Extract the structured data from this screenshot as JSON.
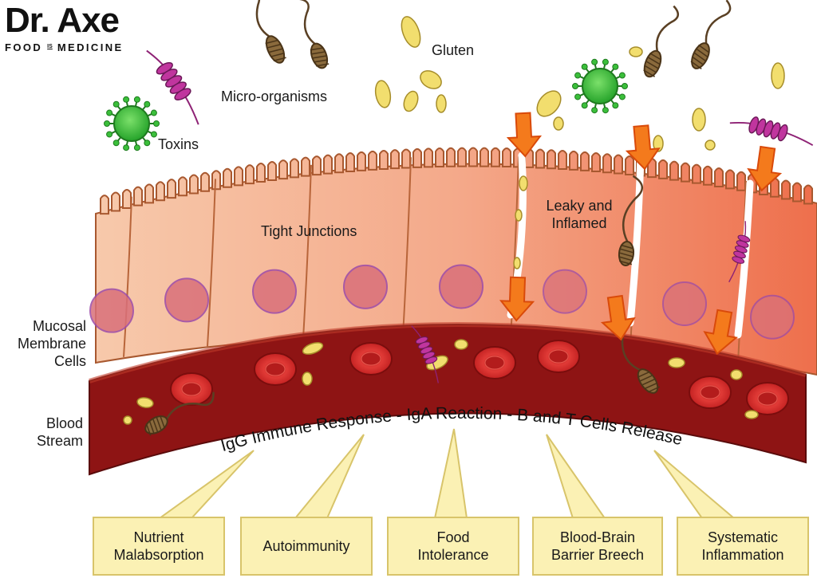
{
  "logo": {
    "name": "Dr. Axe",
    "tagline_left": "FOOD",
    "tagline_is": "IS",
    "tagline_right": "MEDICINE"
  },
  "labels": {
    "toxins": "Toxins",
    "micro_organisms": "Micro-organisms",
    "gluten": "Gluten",
    "tight_junctions": "Tight Junctions",
    "leaky_line1": "Leaky and",
    "leaky_line2": "Inflamed",
    "mucosal_line1": "Mucosal",
    "mucosal_line2": "Membrane",
    "mucosal_line3": "Cells",
    "blood_line1": "Blood",
    "blood_line2": "Stream",
    "immune_response": "IgG Immune Response - IgA Reaction - B and T Cells Release"
  },
  "effects": [
    {
      "line1": "Nutrient",
      "line2": "Malabsorption"
    },
    {
      "line1": "Autoimmunity",
      "line2": ""
    },
    {
      "line1": "Food",
      "line2": "Intolerance"
    },
    {
      "line1": "Blood-Brain",
      "line2": "Barrier Breech"
    },
    {
      "line1": "Systematic",
      "line2": "Inflammation"
    }
  ],
  "colors": {
    "cell_light": "#f6c3a3",
    "cell_dark": "#f08660",
    "nucleus": "#d9707a",
    "blood": "#8e1414",
    "blood_cell": "#d62a2a",
    "gluten": "#f2de6e",
    "virus": "#3bbf3b",
    "toxin": "#c0359e",
    "bacteria": "#8a6a3c",
    "arrow": "#f47a1c",
    "box_fill": "#fbf1b4"
  },
  "icons": [
    "virus-icon",
    "toxin-spiral-icon",
    "bacteria-icon",
    "gluten-particle-icon",
    "red-blood-cell-icon",
    "down-arrow-icon"
  ]
}
